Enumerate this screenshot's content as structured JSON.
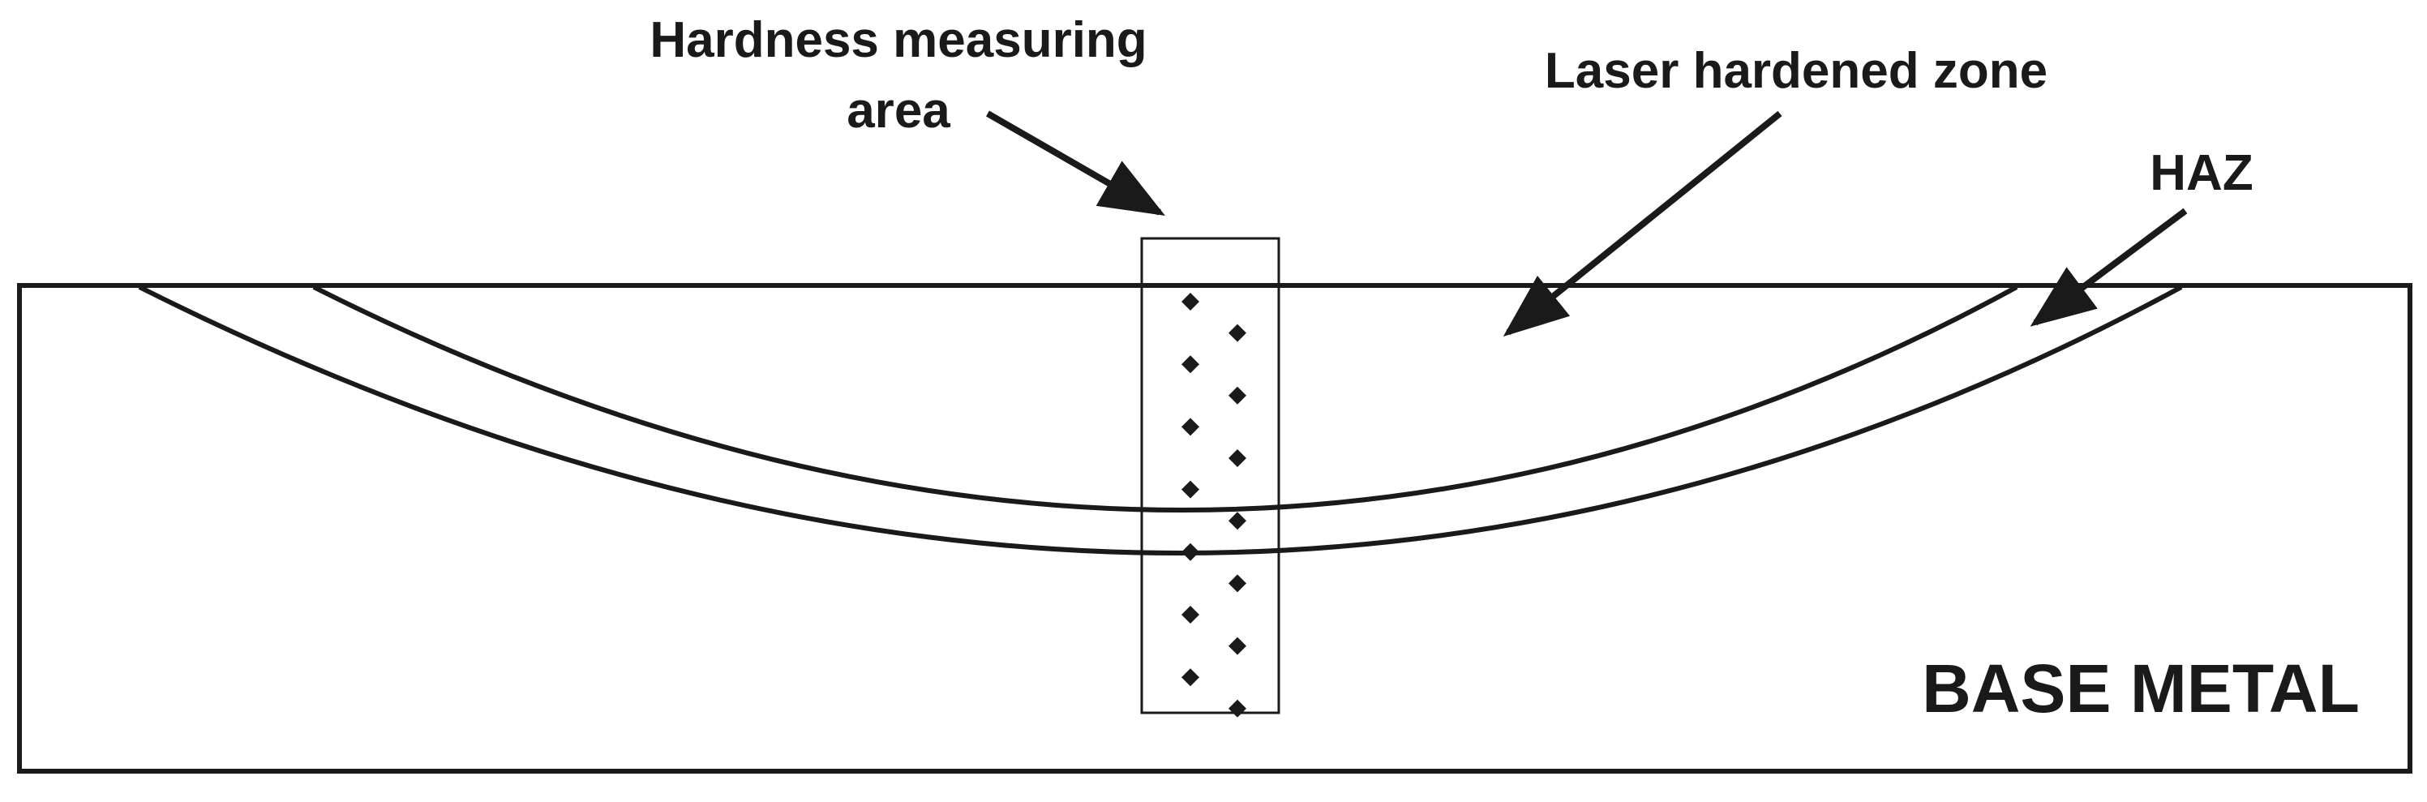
{
  "labels": {
    "hardness_line1": "Hardness measuring",
    "hardness_line2": "area",
    "laser_zone": "Laser hardened zone",
    "haz": "HAZ",
    "base_metal": "BASE METAL"
  },
  "colors": {
    "ink": "#1a1a1a",
    "background": "#ffffff"
  },
  "indentation_count": 14
}
